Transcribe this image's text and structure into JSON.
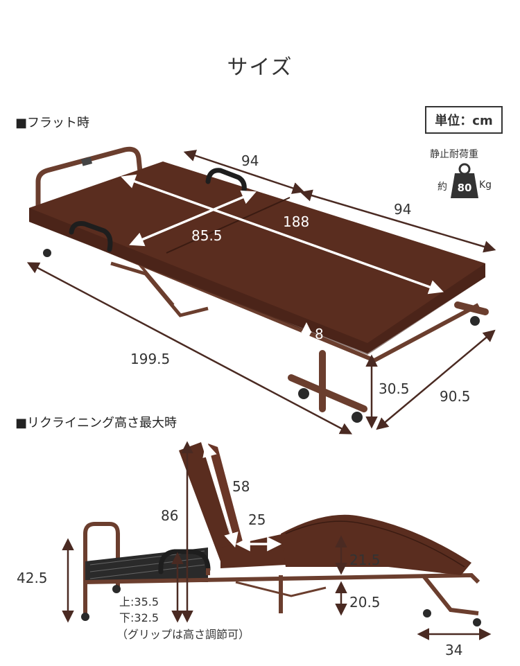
{
  "title": "サイズ",
  "sections": {
    "flat": "■フラット時",
    "recline": "■リクライニング高さ最大時"
  },
  "unit": "単位：cm",
  "load": {
    "label": "静止耐荷重",
    "prefix": "約",
    "value": "80",
    "suffix": "Kg"
  },
  "flat_dims": {
    "width_upper": "94",
    "width_right": "94",
    "length": "188",
    "depth": "85.5",
    "thickness": "8",
    "total_length": "199.5",
    "height": "30.5",
    "total_width": "90.5"
  },
  "recline_dims": {
    "backrest": "58",
    "back_height": "86",
    "seat": "25",
    "leg_lift": "21.5",
    "frame_height": "20.5",
    "guard_height": "42.5",
    "grip_top": "上:35.5",
    "grip_bottom": "下:32.5",
    "grip_note": "（グリップは高さ調節可）",
    "caster": "34"
  },
  "colors": {
    "mattress": "#5a2d1f",
    "mattress_dark": "#3f1e14",
    "frame": "#6b3e2e",
    "line": "#4a2a22"
  }
}
